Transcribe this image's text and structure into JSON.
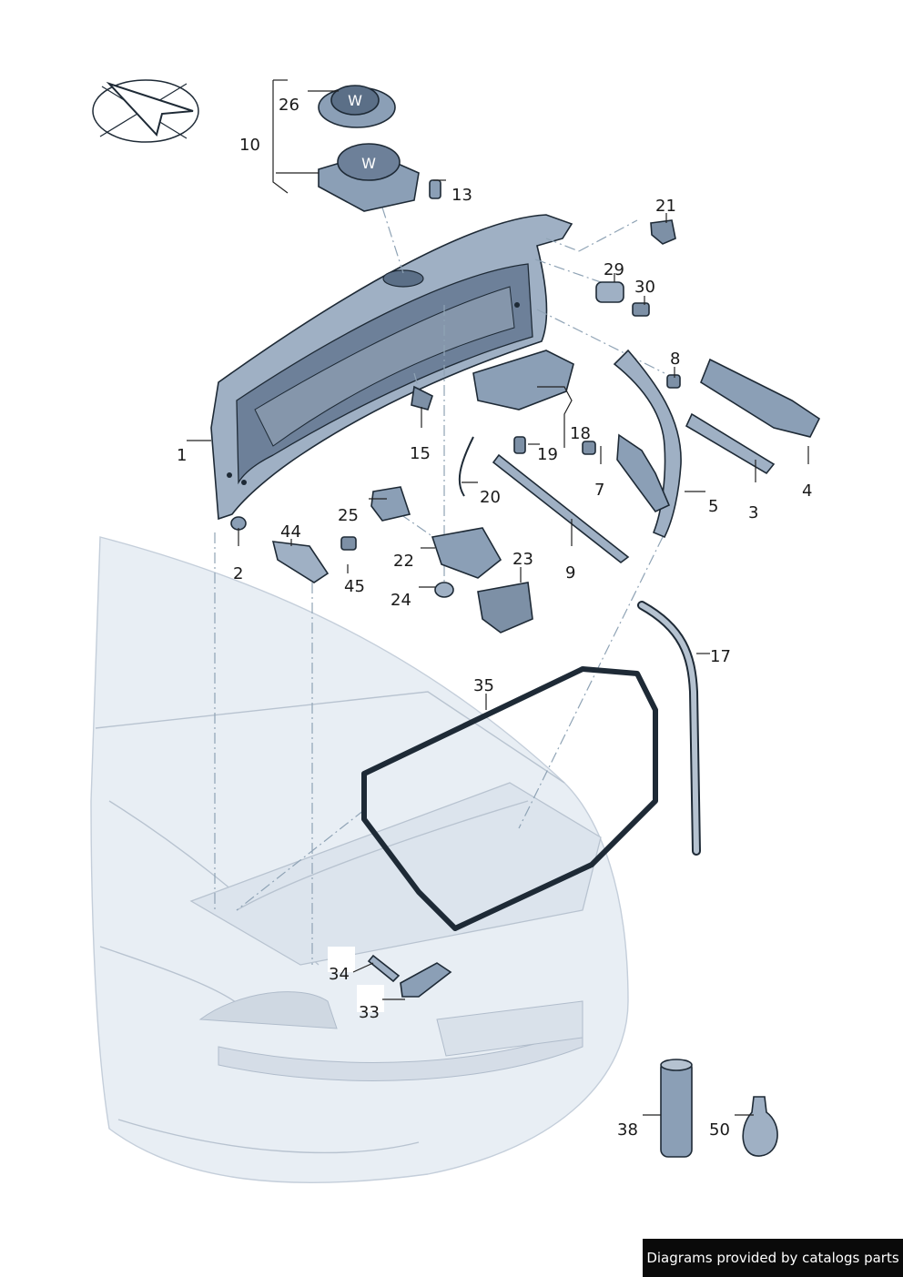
{
  "callouts": [
    "1",
    "2",
    "3",
    "4",
    "5",
    "7",
    "8",
    "9",
    "10",
    "13",
    "15",
    "17",
    "18",
    "19",
    "20",
    "21",
    "22",
    "23",
    "24",
    "25",
    "26",
    "29",
    "30",
    "33",
    "34",
    "35",
    "38",
    "44",
    "45",
    "50"
  ],
  "credit": "Diagrams provided by catalogs parts",
  "colors": {
    "part_fill": "#8b9fb6",
    "part_dark": "#5b6f87",
    "car_fill": "#e4eaf1",
    "line": "#1e2a36",
    "leader_dashed": "#8fa3b5"
  }
}
